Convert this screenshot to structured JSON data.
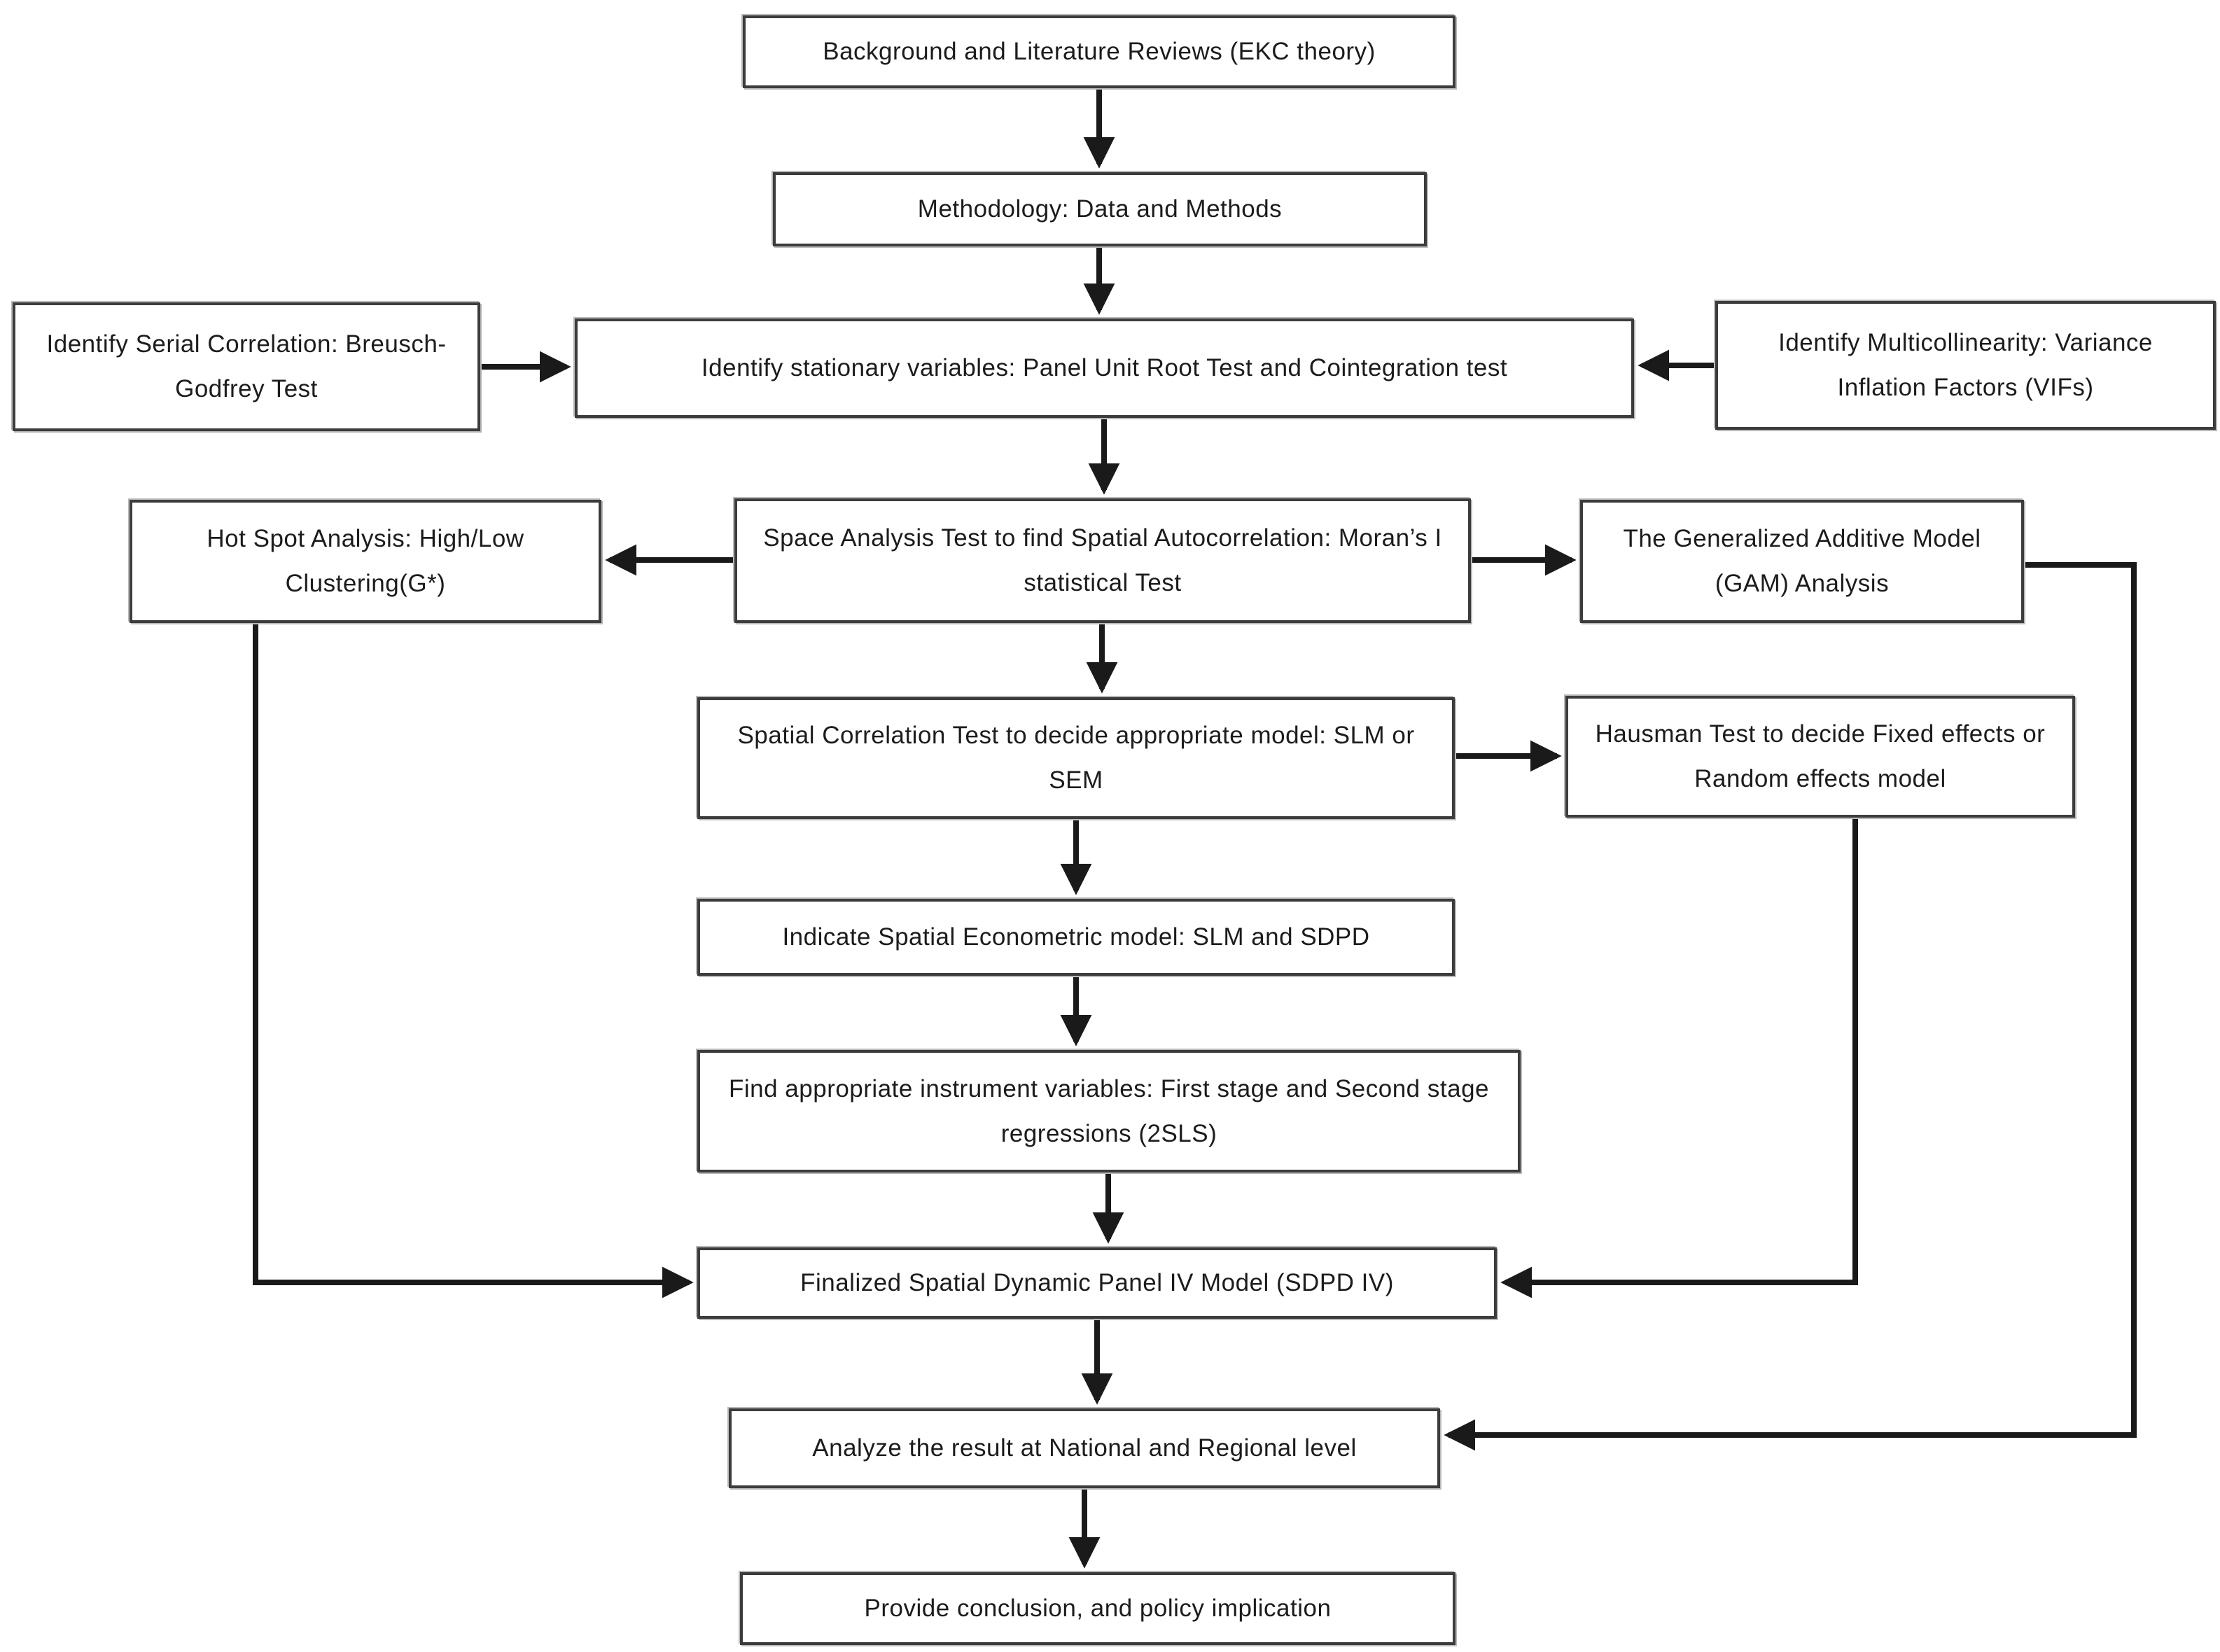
{
  "diagram": {
    "type": "flowchart",
    "description": "Research methodology flow diagram for spatial econometric analysis (EKC)",
    "colors": {
      "background": "#ffffff",
      "box_fill": "#ffffff",
      "box_border": "#3c3c3c",
      "arrow": "#1a1a1a",
      "text": "#1c1c1c"
    },
    "nodes": {
      "background_literature": {
        "label": "Background and Literature Reviews (EKC theory)"
      },
      "methodology": {
        "label": "Methodology: Data and Methods"
      },
      "serial_correlation": {
        "label": "Identify Serial Correlation: Breusch-Godfrey Test"
      },
      "stationary_variables": {
        "label": "Identify stationary variables: Panel Unit Root Test and Cointegration test"
      },
      "multicollinearity": {
        "label": "Identify Multicollinearity: Variance Inflation Factors (VIFs)"
      },
      "hot_spot": {
        "label": "Hot Spot Analysis: High/Low Clustering(G*)"
      },
      "space_analysis": {
        "label": "Space Analysis Test to find Spatial Autocorrelation: Moran’s I statistical Test"
      },
      "gam": {
        "label": "The Generalized Additive Model (GAM) Analysis"
      },
      "spatial_correlation": {
        "label": "Spatial Correlation Test to decide appropriate model: SLM or SEM"
      },
      "hausman": {
        "label": "Hausman Test to decide Fixed effects or Random effects model"
      },
      "econometric_model": {
        "label": "Indicate Spatial Econometric model: SLM and SDPD"
      },
      "instrument_variables": {
        "label": "Find appropriate instrument variables: First stage and Second stage regressions (2SLS)"
      },
      "finalized_model": {
        "label": "Finalized Spatial Dynamic Panel IV Model (SDPD IV)"
      },
      "analyze_result": {
        "label": "Analyze the result at National and Regional level"
      },
      "conclusion": {
        "label": "Provide conclusion, and policy implication"
      }
    },
    "edges": [
      "background_literature -> methodology",
      "methodology -> stationary_variables",
      "serial_correlation -> stationary_variables",
      "multicollinearity -> stationary_variables",
      "stationary_variables -> space_analysis",
      "space_analysis -> hot_spot",
      "space_analysis -> gam",
      "space_analysis -> spatial_correlation",
      "spatial_correlation -> hausman",
      "spatial_correlation -> econometric_model",
      "econometric_model -> instrument_variables",
      "instrument_variables -> finalized_model",
      "hot_spot -> finalized_model",
      "hausman -> finalized_model",
      "finalized_model -> analyze_result",
      "gam -> analyze_result",
      "analyze_result -> conclusion"
    ]
  }
}
